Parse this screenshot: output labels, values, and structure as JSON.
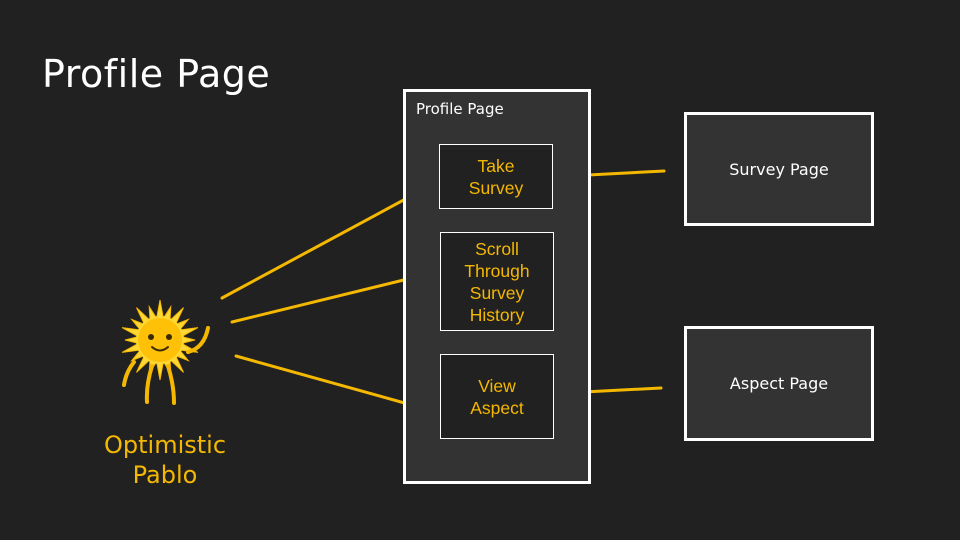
{
  "slide": {
    "title": "Profile Page"
  },
  "persona": {
    "name": "Optimistic\nPablo",
    "icon": "sun-character-icon",
    "color": "#f5b800"
  },
  "profile_frame": {
    "label": "Profile Page"
  },
  "actions": [
    {
      "label": "Take\nSurvey"
    },
    {
      "label": "Scroll\nThrough\nSurvey\nHistory"
    },
    {
      "label": "View\nAspect"
    }
  ],
  "pages": {
    "survey": "Survey Page",
    "aspect": "Aspect Page"
  },
  "colors": {
    "background": "#212121",
    "accent": "#f5b800",
    "frame": "#ffffff"
  }
}
